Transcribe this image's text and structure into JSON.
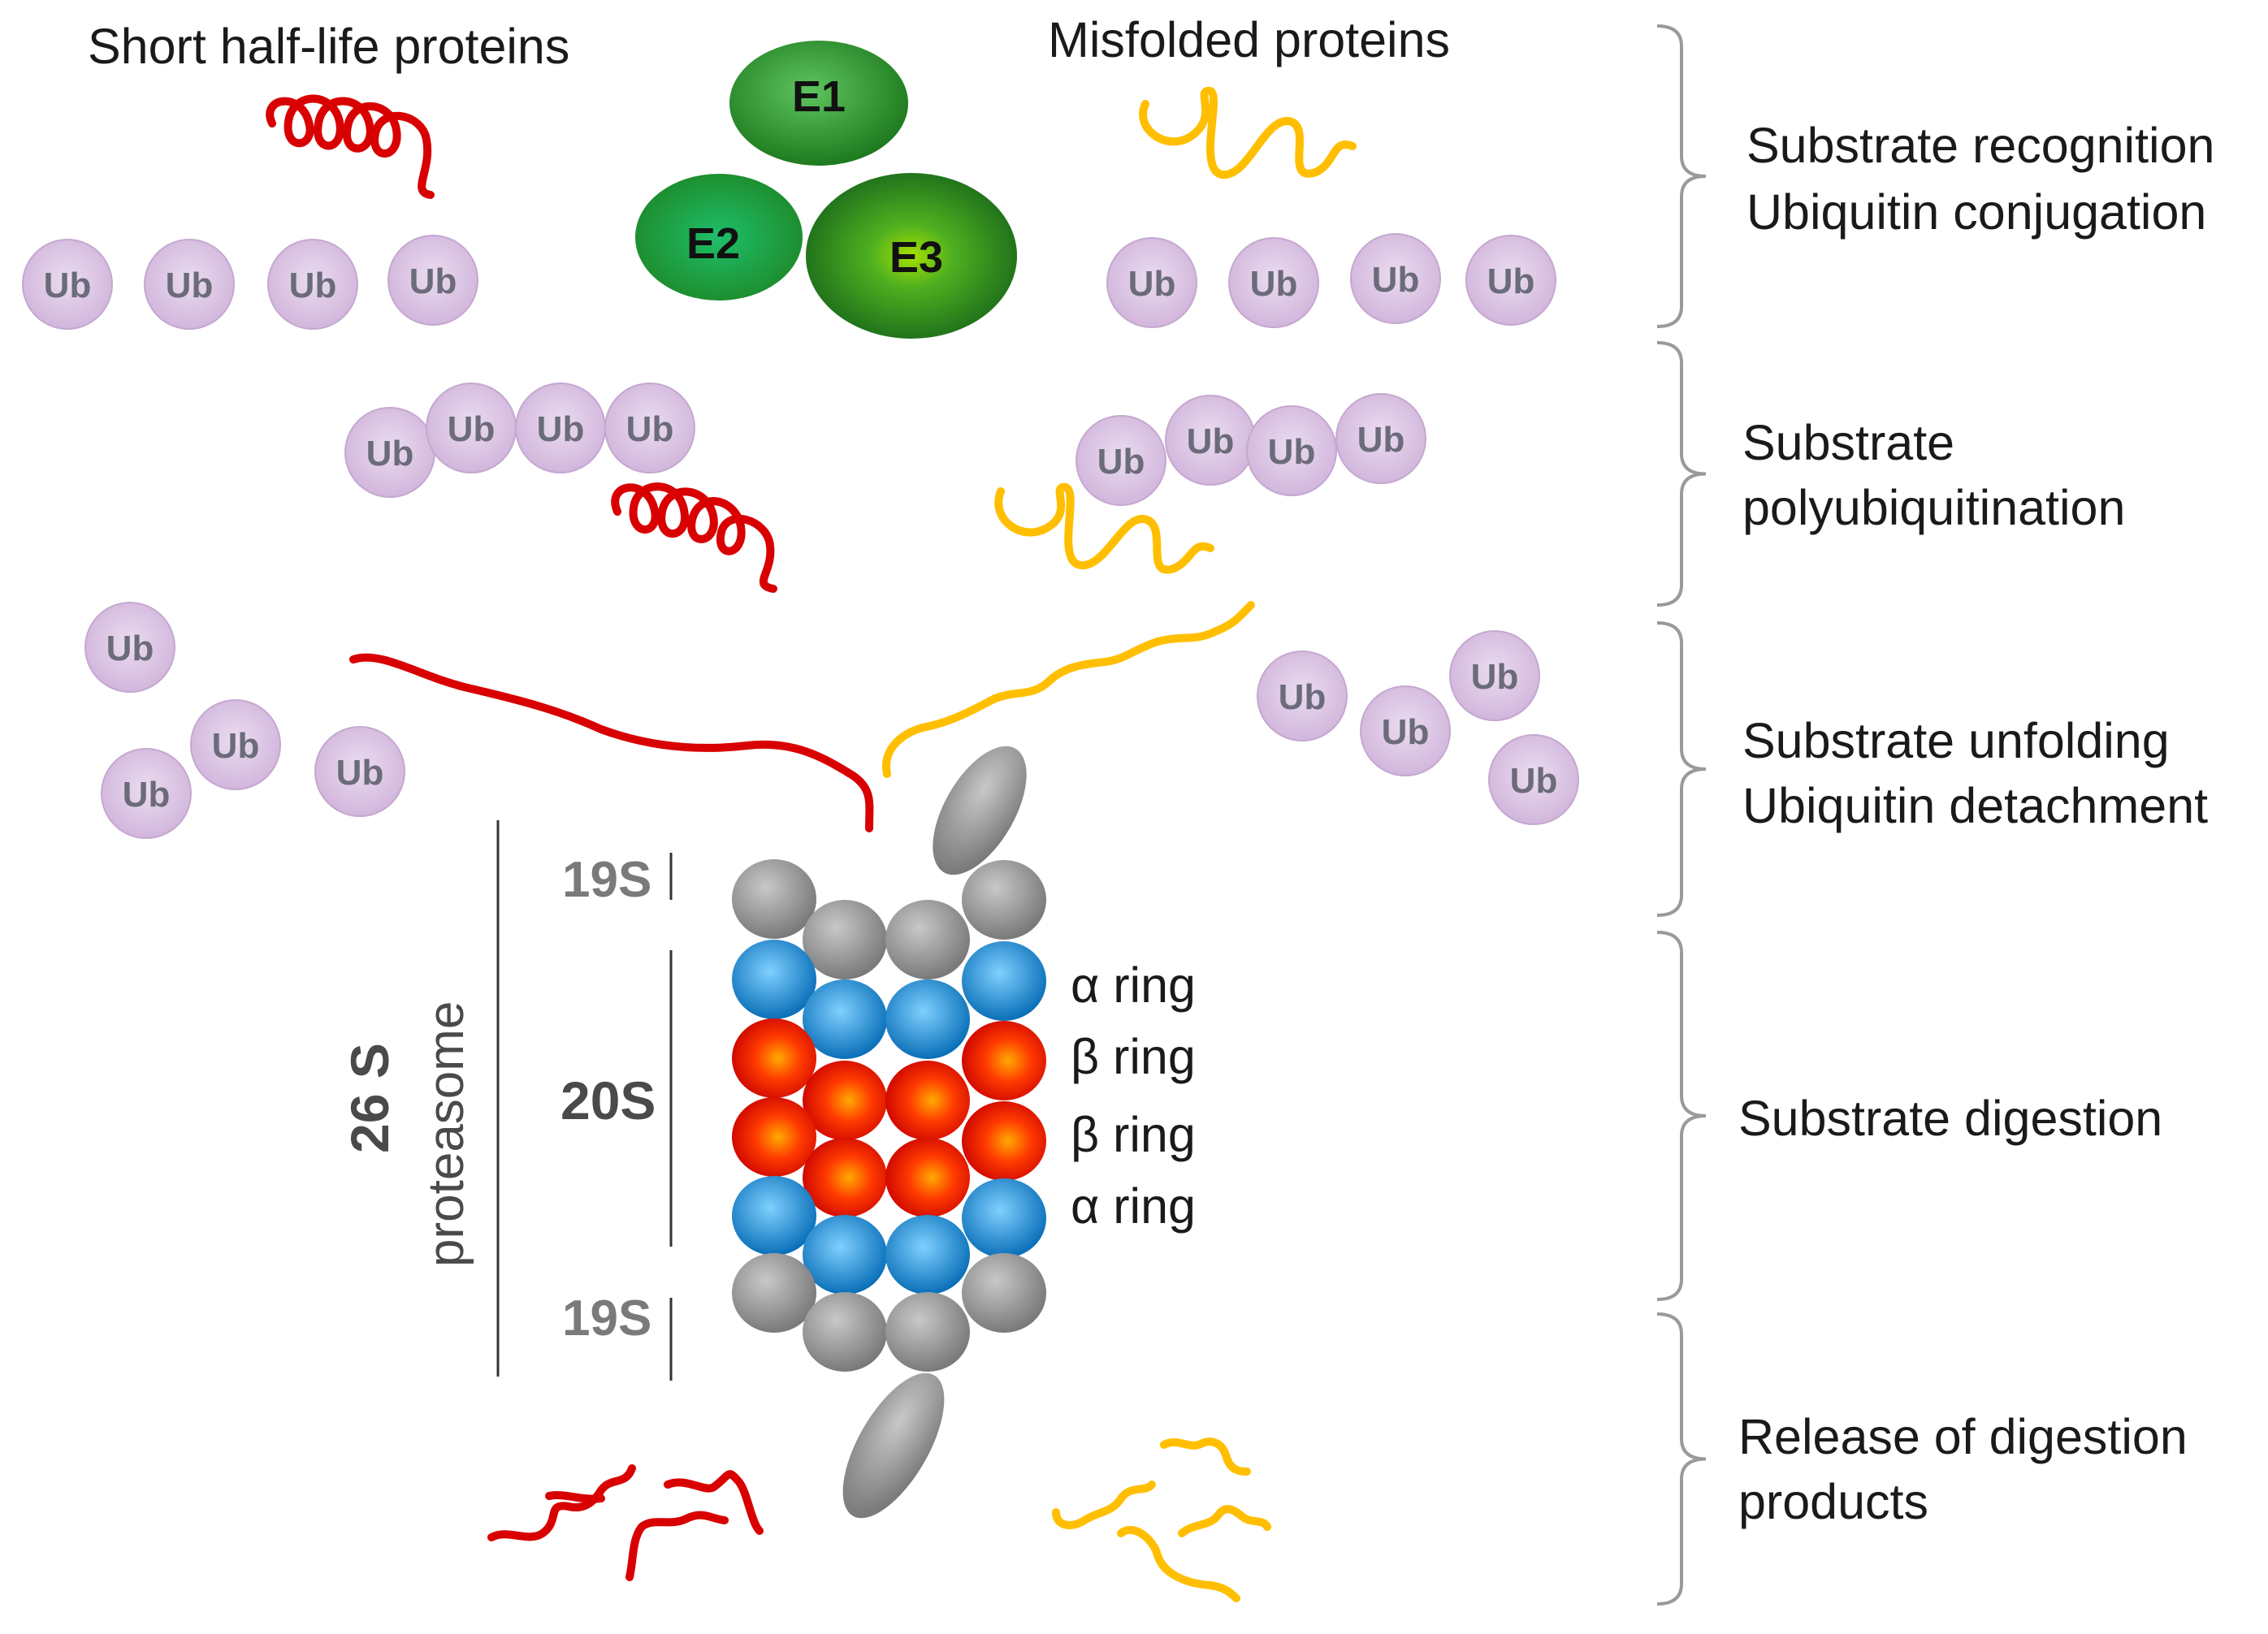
{
  "labels": {
    "short_half_life": "Short half-life proteins",
    "misfolded": "Misfolded proteins",
    "ub": "Ub",
    "e1": "E1",
    "e2": "E2",
    "e3": "E3",
    "s19_top": "19S",
    "s20": "20S",
    "s19_bottom": "19S",
    "p26s_line1": "26 S",
    "p26s_line2": "proteasome",
    "alpha_ring_1": "α ring",
    "beta_ring_1": "β ring",
    "beta_ring_2": "β ring",
    "alpha_ring_2": "α ring"
  },
  "steps": [
    {
      "line1": "Substrate recognition",
      "line2": "Ubiquitin conjugation"
    },
    {
      "line1": "Substrate",
      "line2": "polyubiquitination"
    },
    {
      "line1": "Substrate unfolding",
      "line2": "Ubiquitin detachment"
    },
    {
      "line1": "Substrate digestion",
      "line2": ""
    },
    {
      "line1": "Release of digestion",
      "line2": "products"
    }
  ],
  "colors": {
    "ub_fill": "#d7bde0",
    "enzyme_green": "#2e9b2e",
    "short_half_life_protein": "#d80000",
    "misfolded_protein": "#ffbf00",
    "subunit_19s": "#8a8a8a",
    "alpha_subunit": "#1e8fd6",
    "beta_subunit": "#e00000"
  }
}
